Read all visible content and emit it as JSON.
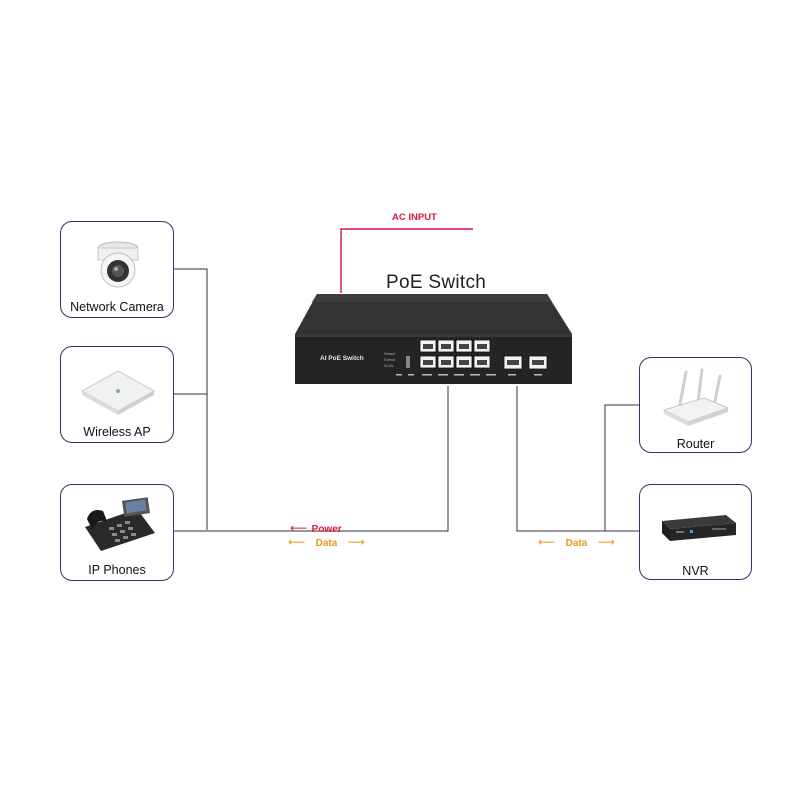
{
  "switch": {
    "title": "PoE Switch",
    "front_label": "AI PoE Switch",
    "mode_labels": [
      "Default",
      "Extend",
      "VLAN"
    ]
  },
  "ac_input_label": "AC INPUT",
  "left_link": {
    "power_label": "Power",
    "data_label": "Data"
  },
  "right_link": {
    "data_label": "Data"
  },
  "devices": {
    "network_camera": "Network Camera",
    "wireless_ap": "Wireless AP",
    "ip_phones": "IP Phones",
    "router": "Router",
    "nvr": "NVR"
  },
  "colors": {
    "card_border": "#2f3560",
    "ac_line": "#d6163f",
    "power": "#d6163f",
    "data": "#e39a1b",
    "wire": "#333333",
    "switch_body": "#2b2b2b"
  }
}
